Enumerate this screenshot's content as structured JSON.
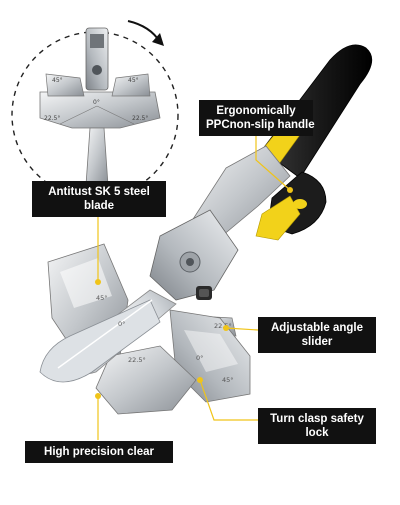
{
  "callouts": {
    "handle": {
      "line1": "Ergonomically",
      "line2": "PPCnon-slip handle"
    },
    "blade": {
      "line1": "Antitust SK 5 steel",
      "line2": "blade"
    },
    "slider": {
      "line1": "Adjustable angle",
      "line2": "slider"
    },
    "lock": {
      "line1": "Turn clasp safety",
      "line2": "lock"
    },
    "clear": {
      "line1": "High precision clear"
    }
  },
  "inset_scale": {
    "left_45": "45°",
    "right_45": "45°",
    "left_22": "22.5°",
    "right_22": "22.5°",
    "zero": "0°"
  },
  "main_scale": {
    "a": "45°",
    "b": "0°",
    "c": "22.5°",
    "d": "0°",
    "e": "22.5°",
    "f": "45°"
  },
  "colors": {
    "callout_bg": "#111111",
    "callout_text": "#ffffff",
    "handle_black": "#1c1c1c",
    "handle_yellow": "#f2d21a",
    "steel_light": "#e6e8ea",
    "steel_mid": "#b9bdc1",
    "steel_dark": "#7c8086",
    "leader_line": "#f0c419"
  },
  "icons": {
    "rotate": "rotate-arrow-icon"
  }
}
